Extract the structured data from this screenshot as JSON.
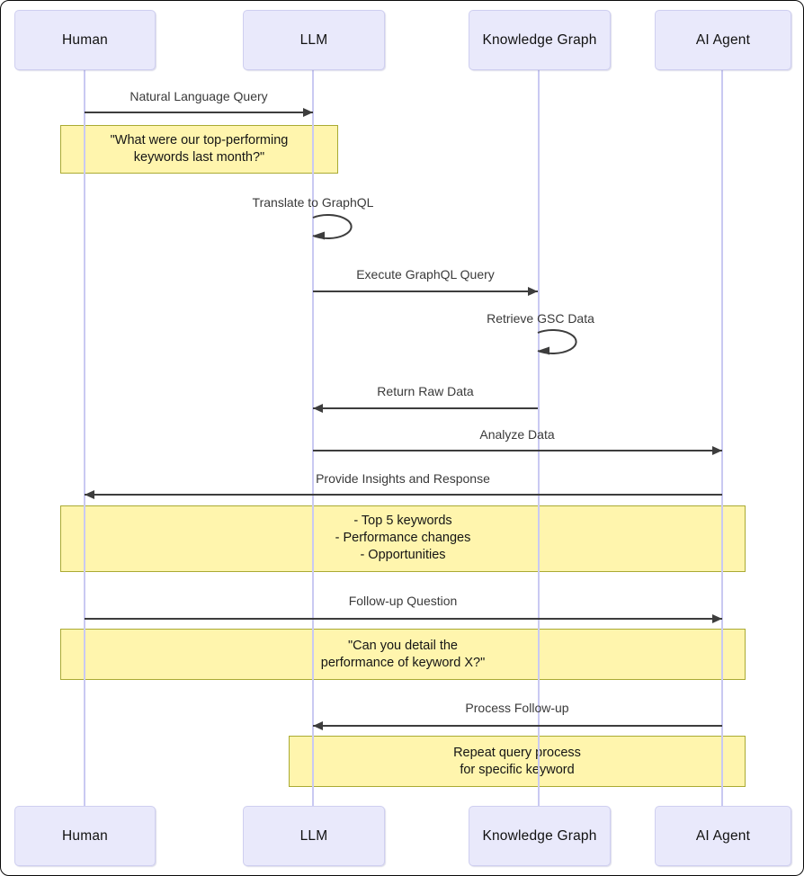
{
  "diagram": {
    "type": "sequence-diagram",
    "actors": [
      {
        "label": "Human"
      },
      {
        "label": "LLM"
      },
      {
        "label": "Knowledge Graph"
      },
      {
        "label": "AI Agent"
      }
    ],
    "messages": [
      {
        "label": "Natural Language Query",
        "from": "Human",
        "to": "LLM",
        "type": "solid_arrow"
      },
      {
        "label": "Translate to GraphQL",
        "from": "LLM",
        "to": "LLM",
        "type": "self_loop"
      },
      {
        "label": "Execute GraphQL Query",
        "from": "LLM",
        "to": "Knowledge Graph",
        "type": "solid_arrow"
      },
      {
        "label": "Retrieve GSC Data",
        "from": "Knowledge Graph",
        "to": "Knowledge Graph",
        "type": "self_loop"
      },
      {
        "label": "Return Raw Data",
        "from": "Knowledge Graph",
        "to": "LLM",
        "type": "solid_arrow"
      },
      {
        "label": "Analyze Data",
        "from": "LLM",
        "to": "AI Agent",
        "type": "solid_arrow"
      },
      {
        "label": "Provide Insights and Response",
        "from": "AI Agent",
        "to": "Human",
        "type": "solid_arrow"
      },
      {
        "label": "Follow-up Question",
        "from": "Human",
        "to": "AI Agent",
        "type": "solid_arrow"
      },
      {
        "label": "Process Follow-up",
        "from": "AI Agent",
        "to": "LLM",
        "type": "solid_arrow"
      }
    ],
    "notes": [
      {
        "over": "Human, LLM",
        "lines": [
          "\"What were our top-performing",
          "keywords last month?\""
        ]
      },
      {
        "over": "Human, AI Agent",
        "lines": [
          "- Top 5 keywords",
          "- Performance changes",
          "- Opportunities"
        ]
      },
      {
        "over": "Human, AI Agent",
        "lines": [
          "\"Can you detail the",
          "performance of keyword X?\""
        ]
      },
      {
        "over": "LLM, AI Agent",
        "lines": [
          "Repeat query process",
          "for specific keyword"
        ]
      }
    ],
    "colors": {
      "actor_fill": "#E9E9FB",
      "actor_border": "#CFCFF0",
      "lifeline": "#C9C9F2",
      "note_fill": "#FFF5AD",
      "note_border": "#AAAA33",
      "arrow": "#3D3D3D",
      "label_text": "#3A3A3A",
      "background": "#FFFFFF"
    }
  }
}
